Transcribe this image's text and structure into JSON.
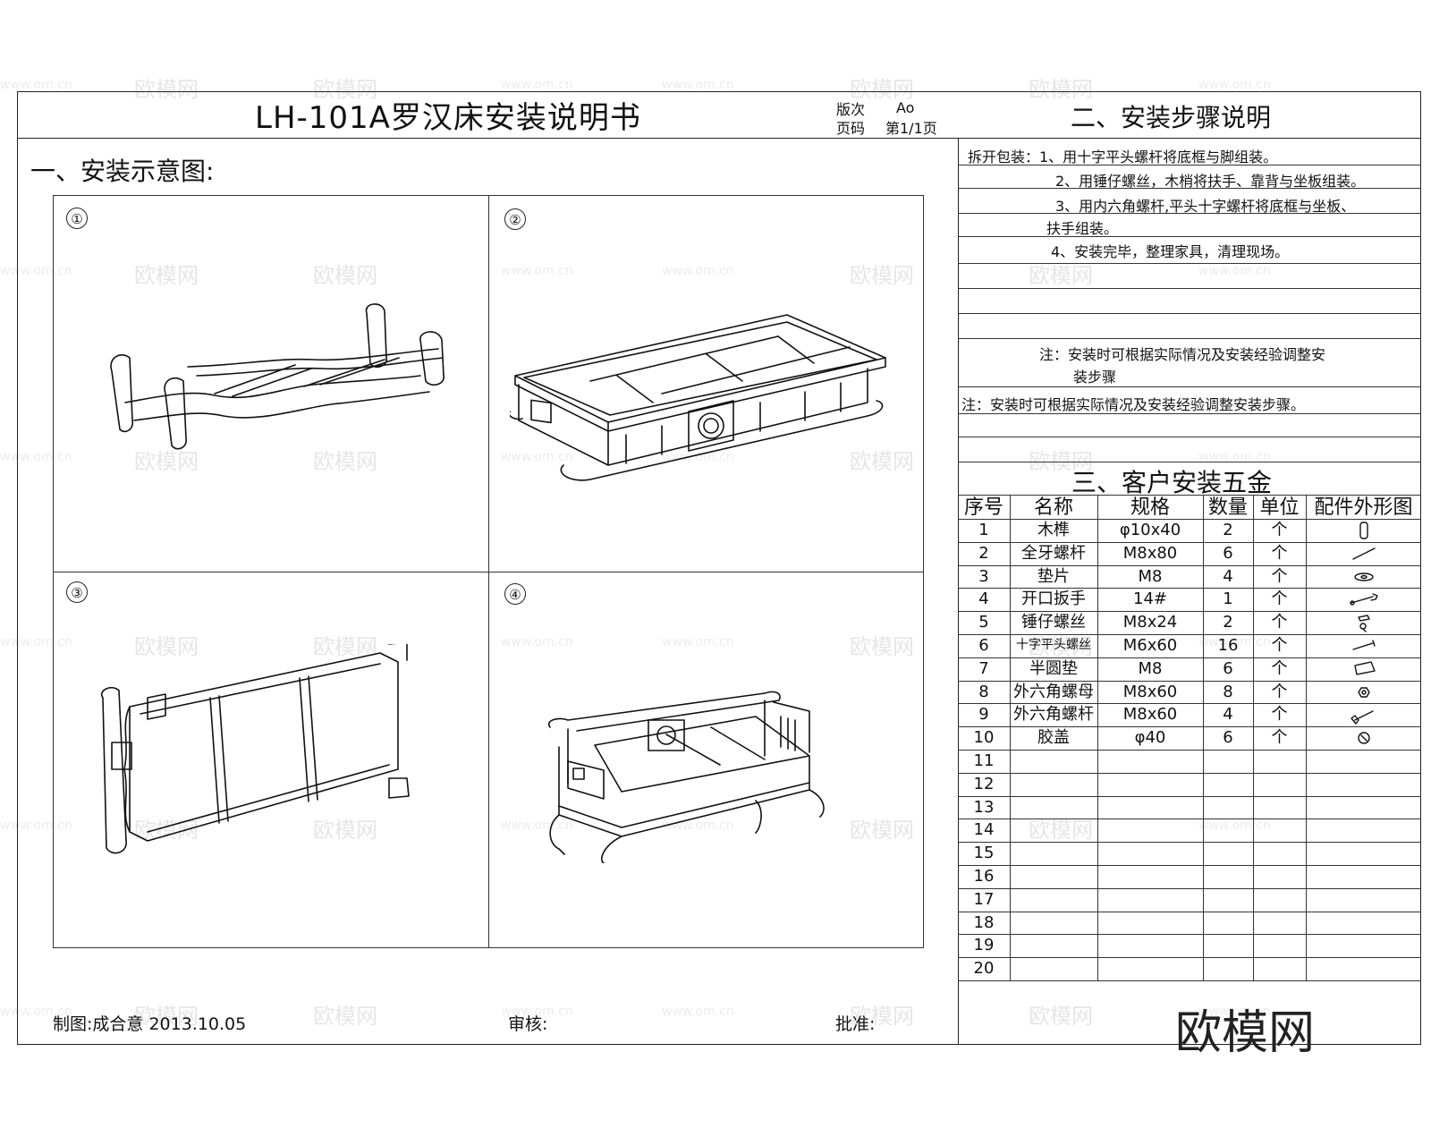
{
  "header": {
    "title": "LH-101A罗汉床安装说明书",
    "version_label": "版次",
    "version_value": "Ao",
    "page_label": "页码",
    "page_value": "第1/1页",
    "steps_heading": "二、安装步骤说明"
  },
  "diagram": {
    "heading": "一、安装示意图:",
    "panels": [
      "①",
      "②",
      "③",
      "④"
    ]
  },
  "steps": {
    "lines": [
      "拆开包装：1、用十字平头螺杆将底框与脚组装。",
      "2、用锤仔螺丝，木梢将扶手、靠背与坐板组装。",
      "3、用内六角螺杆,平头十字螺杆将底框与坐板、",
      "扶手组装。",
      "4、安装完毕，整理家具，清理现场。"
    ],
    "note_1a": "注：安装时可根据实际情况及安装经验调整安",
    "note_1b": "装步骤",
    "note_2": "注：安装时可根据实际情况及安装经验调整安装步骤。"
  },
  "hardware": {
    "heading": "三、客户安装五金",
    "columns": [
      "序号",
      "名称",
      "规格",
      "数量",
      "单位",
      "配件外形图"
    ],
    "rows": [
      {
        "no": "1",
        "name": "木榫",
        "spec": "φ10x40",
        "qty": "2",
        "unit": "个",
        "icon": "dowel-icon"
      },
      {
        "no": "2",
        "name": "全牙螺杆",
        "spec": "M8x80",
        "qty": "6",
        "unit": "个",
        "icon": "threaded-rod-icon"
      },
      {
        "no": "3",
        "name": "垫片",
        "spec": "M8",
        "qty": "4",
        "unit": "个",
        "icon": "washer-icon"
      },
      {
        "no": "4",
        "name": "开口扳手",
        "spec": "14#",
        "qty": "1",
        "unit": "个",
        "icon": "wrench-icon"
      },
      {
        "no": "5",
        "name": "锤仔螺丝",
        "spec": "M8x24",
        "qty": "2",
        "unit": "个",
        "icon": "hammer-nut-icon"
      },
      {
        "no": "6",
        "name": "十字平头螺丝",
        "spec": "M6x60",
        "qty": "16",
        "unit": "个",
        "icon": "flat-head-screw-icon"
      },
      {
        "no": "7",
        "name": "半圆垫",
        "spec": "M8",
        "qty": "6",
        "unit": "个",
        "icon": "half-round-washer-icon"
      },
      {
        "no": "8",
        "name": "外六角螺母",
        "spec": "M8x60",
        "qty": "8",
        "unit": "个",
        "icon": "hex-nut-icon"
      },
      {
        "no": "9",
        "name": "外六角螺杆",
        "spec": "M8x60",
        "qty": "4",
        "unit": "个",
        "icon": "hex-bolt-icon"
      },
      {
        "no": "10",
        "name": "胶盖",
        "spec": "φ40",
        "qty": "6",
        "unit": "个",
        "icon": "plastic-cap-icon"
      },
      {
        "no": "11",
        "name": "",
        "spec": "",
        "qty": "",
        "unit": "",
        "icon": ""
      },
      {
        "no": "12",
        "name": "",
        "spec": "",
        "qty": "",
        "unit": "",
        "icon": ""
      },
      {
        "no": "13",
        "name": "",
        "spec": "",
        "qty": "",
        "unit": "",
        "icon": ""
      },
      {
        "no": "14",
        "name": "",
        "spec": "",
        "qty": "",
        "unit": "",
        "icon": ""
      },
      {
        "no": "15",
        "name": "",
        "spec": "",
        "qty": "",
        "unit": "",
        "icon": ""
      },
      {
        "no": "16",
        "name": "",
        "spec": "",
        "qty": "",
        "unit": "",
        "icon": ""
      },
      {
        "no": "17",
        "name": "",
        "spec": "",
        "qty": "",
        "unit": "",
        "icon": ""
      },
      {
        "no": "18",
        "name": "",
        "spec": "",
        "qty": "",
        "unit": "",
        "icon": ""
      },
      {
        "no": "19",
        "name": "",
        "spec": "",
        "qty": "",
        "unit": "",
        "icon": ""
      },
      {
        "no": "20",
        "name": "",
        "spec": "",
        "qty": "",
        "unit": "",
        "icon": ""
      }
    ]
  },
  "footer": {
    "drafter": "制图:成合意 2013.10.05",
    "review": "审核:",
    "approve": "批准:"
  },
  "watermark": {
    "brand": "欧模网",
    "site": "www.om.cn"
  }
}
